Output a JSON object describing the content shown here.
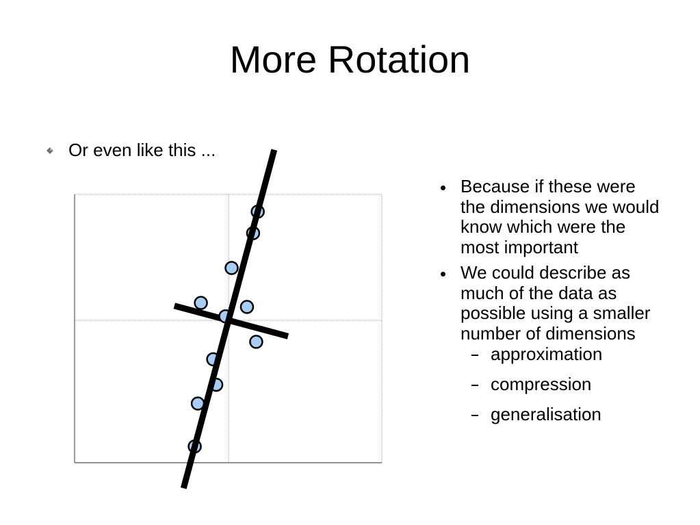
{
  "slide": {
    "title": "More Rotation",
    "intro": "Or even like this ...",
    "bullets": [
      {
        "text": "Because if these were the dimensions we would know which were the most important"
      },
      {
        "text": "We could describe as much of the data as possible using a smaller number of dimensions",
        "sub_items": [
          "approximation",
          "compression",
          "generalisation"
        ]
      }
    ]
  },
  "figure": {
    "x": [
      0.19,
      0.16,
      0.02,
      -0.18,
      -0.02,
      0.12,
      0.18,
      -0.1,
      -0.08,
      -0.2,
      -0.22
    ],
    "y": [
      0.81,
      0.65,
      0.39,
      0.13,
      0.03,
      0.1,
      -0.16,
      -0.29,
      -0.48,
      -0.62,
      -0.94
    ],
    "main_axis_angle_deg": 75,
    "minor_axis_angle_deg": -15,
    "point_fill": "#a7cdf5",
    "point_stroke": "#000000",
    "frame_color": "#555555",
    "grid_color": "#999999",
    "axis_color": "#000000"
  },
  "icons": {
    "intro_bullet": "diamond-bullet-icon"
  }
}
